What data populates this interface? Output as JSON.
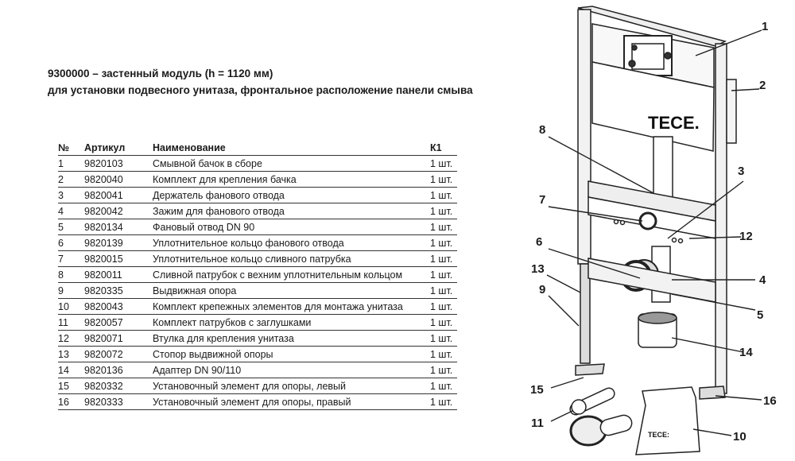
{
  "header": {
    "title": "9300000 – застенный модуль (h = 1120 мм)",
    "subtitle": "для установки подвесного унитаза, фронтальное расположение  панели смыва"
  },
  "table": {
    "columns": [
      "№",
      "Артикул",
      "Наименование",
      "К1"
    ],
    "rows": [
      [
        "1",
        "9820103",
        "Смывной бачок в сборе",
        "1 шт."
      ],
      [
        "2",
        "9820040",
        "Комплект для крепления бачка",
        "1 шт."
      ],
      [
        "3",
        "9820041",
        "Держатель фанового отвода",
        "1 шт."
      ],
      [
        "4",
        "9820042",
        "Зажим для фанового отвода",
        "1 шт."
      ],
      [
        "5",
        "9820134",
        "Фановый отвод DN 90",
        "1 шт."
      ],
      [
        "6",
        "9820139",
        "Уплотнительное кольцо фанового отвода",
        "1 шт."
      ],
      [
        "7",
        "9820015",
        "Уплотнительное кольцо сливного патрубка",
        "1 шт."
      ],
      [
        "8",
        "9820011",
        "Сливной патрубок с вехним уплотнительным кольцом",
        "1 шт."
      ],
      [
        "9",
        "9820335",
        "Выдвижная опора",
        "1 шт."
      ],
      [
        "10",
        "9820043",
        "Комплект крепежных элементов для монтажа унитаза",
        "1 шт."
      ],
      [
        "11",
        "9820057",
        "Комплект патрубков с заглушками",
        "1 шт."
      ],
      [
        "12",
        "9820071",
        "Втулка для крепления унитаза",
        "1 шт."
      ],
      [
        "13",
        "9820072",
        "Стопор выдвижной опоры",
        "1 шт."
      ],
      [
        "14",
        "9820136",
        "Адаптер DN 90/110",
        "1 шт."
      ],
      [
        "15",
        "9820332",
        "Установочный элемент для опоры, левый",
        "1 шт."
      ],
      [
        "16",
        "9820333",
        "Установочный элемент для опоры, правый",
        "1 шт."
      ]
    ]
  },
  "diagram": {
    "brand": "TECE.",
    "bag_brand": "TECE:",
    "callouts": [
      "1",
      "2",
      "3",
      "4",
      "5",
      "6",
      "7",
      "8",
      "9",
      "10",
      "11",
      "12",
      "13",
      "14",
      "15",
      "16"
    ]
  }
}
